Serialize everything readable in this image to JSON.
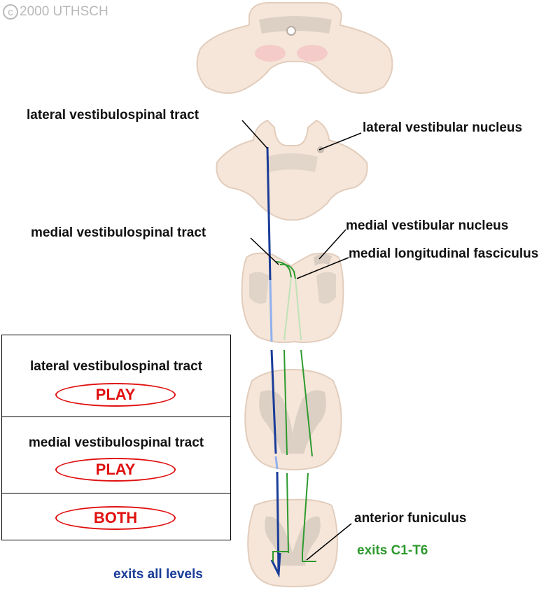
{
  "copyright": {
    "symbol": "c",
    "text": "2000 UTHSCH"
  },
  "labels": {
    "lateral_tract": "lateral vestibulospinal tract",
    "lateral_nucleus": "lateral vestibular nucleus",
    "medial_tract": "medial vestibulospinal tract",
    "medial_nucleus": "medial vestibular nucleus",
    "mlf": "medial longitudinal fasciculus",
    "anterior_funiculus": "anterior funiculus",
    "exits_c1_t6": "exits C1-T6",
    "exits_all_levels": "exits all levels"
  },
  "controls": {
    "lateral": {
      "title": "lateral vestibulospinal tract",
      "button": "PLAY"
    },
    "medial": {
      "title": "medial vestibulospinal tract",
      "button": "PLAY"
    },
    "both": {
      "button": "BOTH"
    }
  },
  "colors": {
    "lateral_tract": "#1a3c98",
    "lateral_tract_light": "#8fb0ee",
    "medial_tract": "#2e9a2e",
    "medial_tract_light": "#bfe3b8",
    "tissue": "#f5e6d9",
    "tissue_edge": "#e2cdbd",
    "gray_matter": "#d2c6bb",
    "button_red": "#e01010"
  }
}
